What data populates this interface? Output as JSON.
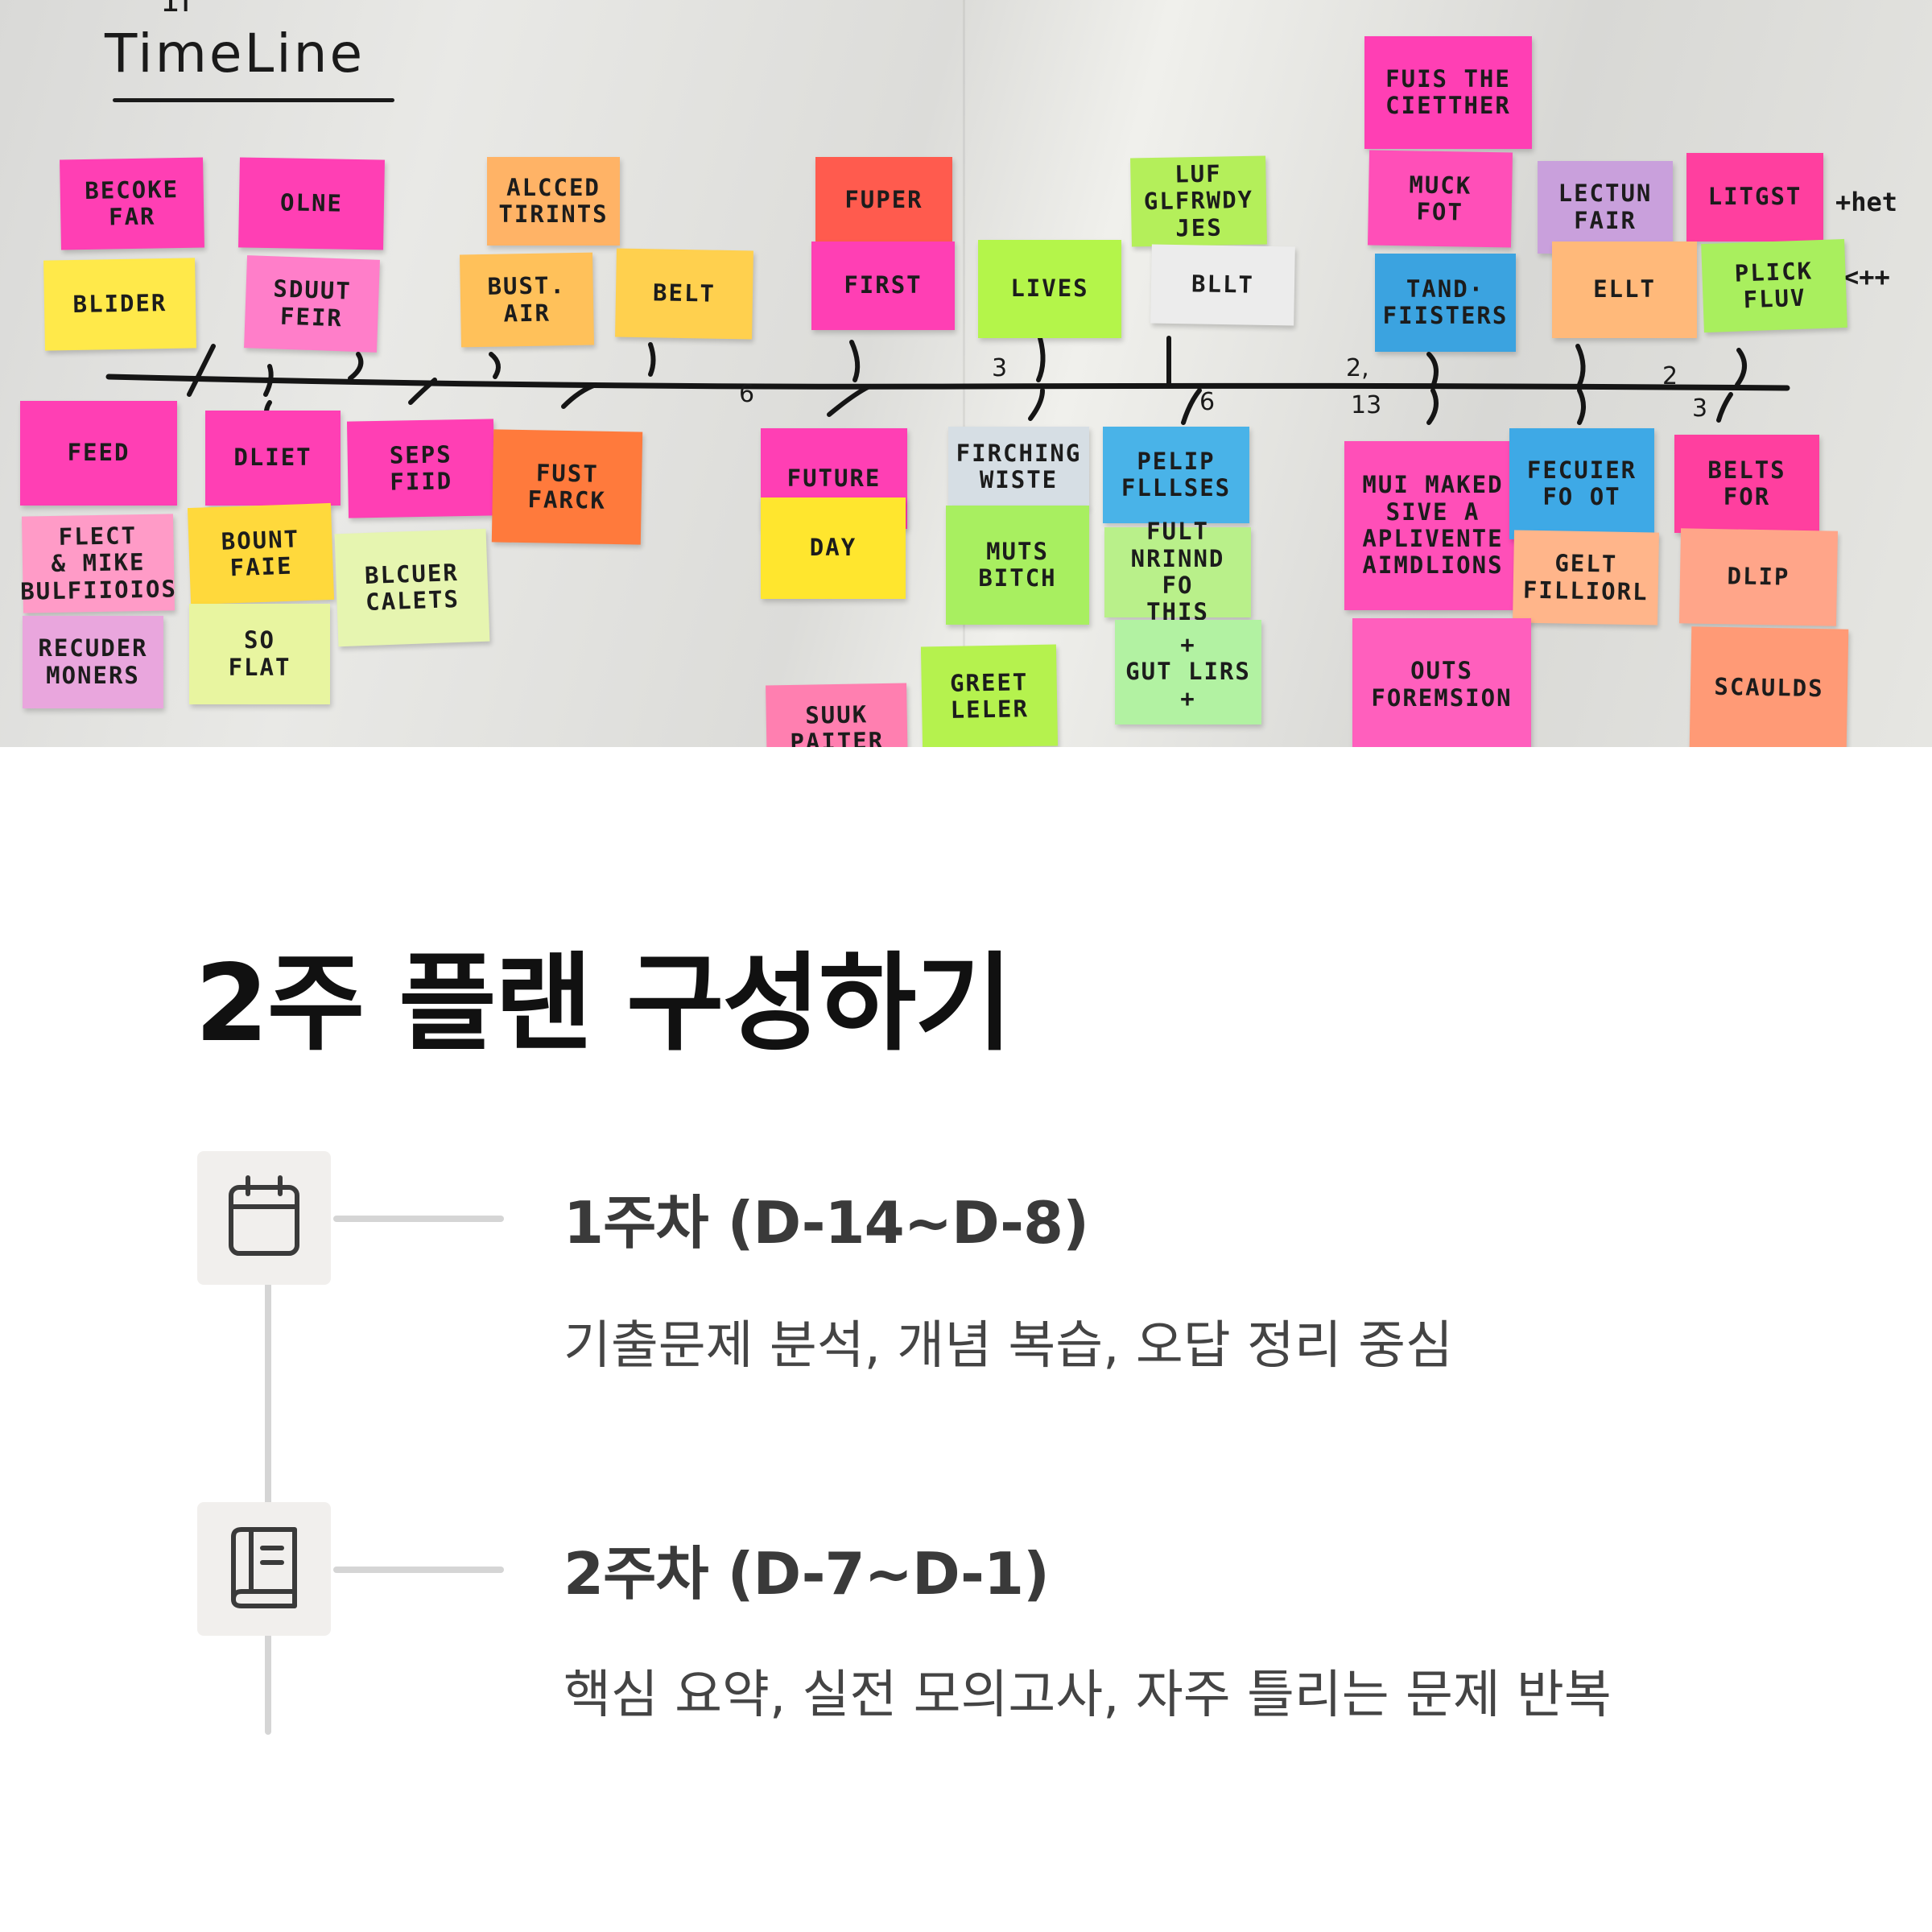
{
  "board": {
    "corner": "IF",
    "title": "TimeLine",
    "axis_labels": [
      "6",
      "3",
      "6",
      "2,",
      "13",
      "2",
      "3"
    ],
    "side_notes": [
      "+het",
      "<++"
    ],
    "notes": [
      {
        "text": "BECOKE\nFAR",
        "color": "#ff3fb4"
      },
      {
        "text": "OLNE",
        "color": "#ff3fb4"
      },
      {
        "text": "ALCCED\nTIRINTS",
        "color": "#ffb366"
      },
      {
        "text": "FUPER",
        "color": "#ff5b4e"
      },
      {
        "text": "LUF\nGLFRWDY\nJES",
        "color": "#b4ef5a"
      },
      {
        "text": "FUIS THE\nCIETTHER",
        "color": "#ff3fb4"
      },
      {
        "text": "MUCK\nFOT",
        "color": "#ff4fb8"
      },
      {
        "text": "LECTUN\nFAIR",
        "color": "#c9a0dc"
      },
      {
        "text": "LITGST",
        "color": "#ff3f9f"
      },
      {
        "text": "BLIDER",
        "color": "#ffe94a"
      },
      {
        "text": "SDUUT\nFEIR",
        "color": "#ff7ec9"
      },
      {
        "text": "BUST.\nAIR",
        "color": "#ffc15a"
      },
      {
        "text": "BELT",
        "color": "#ffd04e"
      },
      {
        "text": "FIRST",
        "color": "#ff3fb4"
      },
      {
        "text": "LIVES",
        "color": "#b4f54a"
      },
      {
        "text": "BLLT",
        "color": "#ececec"
      },
      {
        "text": "TAND·\nFIISTERS",
        "color": "#3ba3e0"
      },
      {
        "text": "ELLT",
        "color": "#ffb97a"
      },
      {
        "text": "PLICK\nFLUV",
        "color": "#a9ef5e"
      },
      {
        "text": "FEED",
        "color": "#ff3fb4"
      },
      {
        "text": "DLIET",
        "color": "#ff3fb4"
      },
      {
        "text": "SEPS\nFIID",
        "color": "#ff3fb4"
      },
      {
        "text": "FUST\nFARCK",
        "color": "#ff7a3c"
      },
      {
        "text": "FUTURE",
        "color": "#ff3fb4"
      },
      {
        "text": "FIRCHING\nWISTE",
        "color": "#d6dee4"
      },
      {
        "text": "PELIP\nFLLLSES",
        "color": "#49b3e8"
      },
      {
        "text": "MUI MAKED\nSIVE A\nAPLIVENTE\nAIMDLIONS",
        "color": "#ff4fb8"
      },
      {
        "text": "FECUIER\nFO OT",
        "color": "#3ea9e6"
      },
      {
        "text": "BELTS\nFOR",
        "color": "#ff3f9f"
      },
      {
        "text": "FLECT\n& MIKE\nBULFIIOIOS",
        "color": "#ff9bc7"
      },
      {
        "text": "BOUNT\nFAIE",
        "color": "#ffd93c"
      },
      {
        "text": "BLCUER\nCALETS",
        "color": "#e6f5b0"
      },
      {
        "text": "DAY",
        "color": "#ffe62e"
      },
      {
        "text": "MUTS\nBITCH",
        "color": "#a8ef60"
      },
      {
        "text": "FULT\nNRINND FO\nTHIS",
        "color": "#b9f08a"
      },
      {
        "text": "GELT\nFILLIORL",
        "color": "#ffb58a"
      },
      {
        "text": "DLIP",
        "color": "#ffa589"
      },
      {
        "text": "RECUDER\nMONERS",
        "color": "#e9a6dd"
      },
      {
        "text": "SO\nFLAT",
        "color": "#e8f5a0"
      },
      {
        "text": "GREET\nLELER",
        "color": "#b5f24e"
      },
      {
        "text": "+\nGUT LIRS\n+",
        "color": "#b2f2a2"
      },
      {
        "text": "OUTS\nFOREMSION",
        "color": "#ff5fbd"
      },
      {
        "text": "SCAULDS",
        "color": "#ff9a76"
      },
      {
        "text": "SUUK\nPAITER",
        "color": "#ff7fb0"
      }
    ]
  },
  "plan": {
    "title": "2주 플랜 구성하기",
    "steps": [
      {
        "icon": "calendar-icon",
        "title": "1주차 (D-14~D-8)",
        "desc": "기출문제 분석, 개념 복습, 오답 정리 중심"
      },
      {
        "icon": "book-icon",
        "title": "2주차 (D-7~D-1)",
        "desc": "핵심 요약, 실전 모의고사, 자주 틀리는 문제 반복"
      }
    ]
  }
}
